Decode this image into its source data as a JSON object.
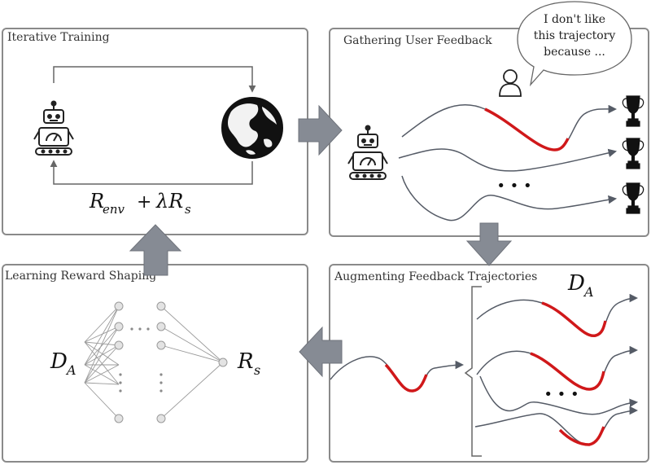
{
  "panels": {
    "iterative_training": {
      "title": "Iterative Training"
    },
    "gathering_feedback": {
      "title": "Gathering User Feedback"
    },
    "augmenting": {
      "title": "Augmenting Feedback Trajectories"
    },
    "learning": {
      "title": "Learning Reward Shaping"
    }
  },
  "speech_bubble": {
    "line1": "I don't like",
    "line2": "this trajectory",
    "line3": "because ..."
  },
  "formula": {
    "r_env_base": "R",
    "r_env_sub": "env",
    "plus": "+",
    "lambda_r": "λR",
    "lambda_sub": "s"
  },
  "dataset": {
    "base": "D",
    "sub": "A"
  },
  "reward": {
    "base": "R",
    "sub": "s"
  },
  "ellipsis": "• • •",
  "colors": {
    "trajectory": "#555b66",
    "highlight": "#d0181a",
    "arrow": "#7a7f87",
    "border": "#8a8a8a"
  }
}
